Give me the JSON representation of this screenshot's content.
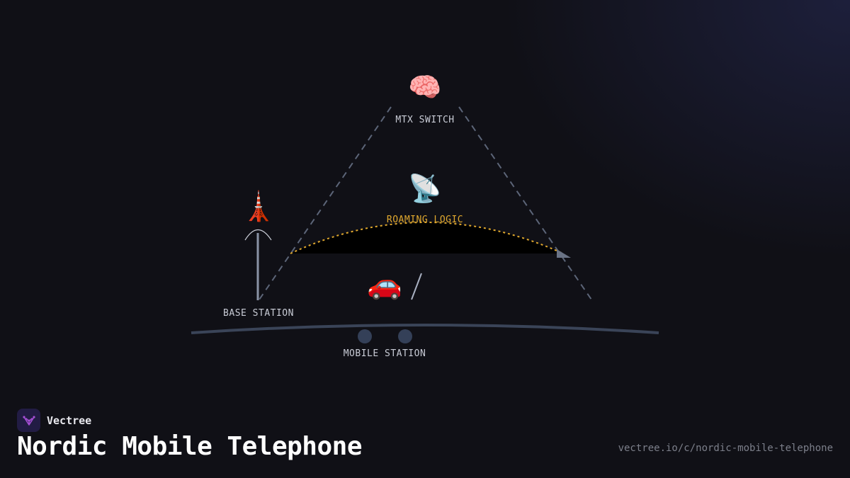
{
  "diagram": {
    "nodes": {
      "mtx_switch": {
        "label": "MTX SWITCH",
        "icon": "brain-icon",
        "glyph": "🧠"
      },
      "roaming_logic": {
        "label": "ROAMING LOGIC",
        "icon": "satellite-dish-icon",
        "glyph": "📡",
        "accent": "#e0a82e"
      },
      "base_station": {
        "label": "BASE STATION",
        "icon": "tower-icon",
        "glyph": "🗼"
      },
      "mobile_station": {
        "label": "MOBILE STATION",
        "icon": "car-icon",
        "glyph": "🚗"
      }
    },
    "colors": {
      "dashed_line": "#5c6578",
      "roaming_arc": "#e0a82e",
      "road": "#3a4458",
      "background": "#101016"
    }
  },
  "brand": {
    "name": "Vectree",
    "logo_icon": "vectree-logo-icon",
    "logo_bg": "#221c44",
    "logo_accent": "#a64fd6"
  },
  "title": "Nordic Mobile Telephone",
  "url": "vectree.io/c/nordic-mobile-telephone"
}
